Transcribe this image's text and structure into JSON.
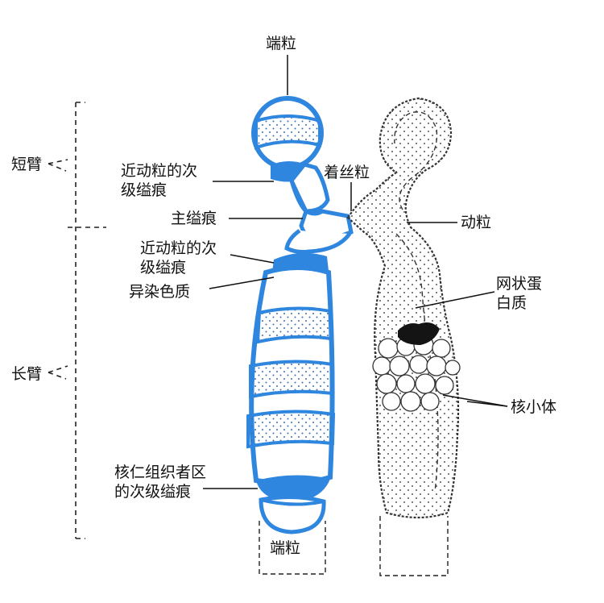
{
  "colors": {
    "chromosome_blue": "#2e86de",
    "ink": "#111111",
    "dots": "#3a6fb0"
  },
  "labels": {
    "telomere_top": "端粒",
    "short_arm": "短臂",
    "long_arm": "长臂",
    "secondary_constriction_near_1": "近动粒的次\n级缢痕",
    "centromere": "着丝粒",
    "kinetochore": "动粒",
    "primary_constriction": "主缢痕",
    "secondary_constriction_near_2": "近动粒的次\n级缢痕",
    "heterochromatin": "异染色质",
    "reticular_protein": "网状蛋\n白质",
    "nucleolar_bodies": "核小体",
    "nor_constriction": "核仁组织者区\n的次级缢痕",
    "telomere_bottom": "端粒"
  }
}
